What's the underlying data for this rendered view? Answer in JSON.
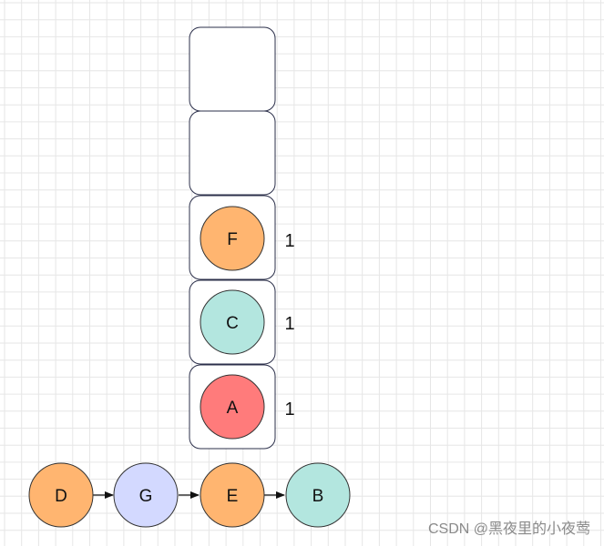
{
  "colors": {
    "background": "#ffffff",
    "grid": "#e6e6e6",
    "box_stroke": "#2b2f4a",
    "node_stroke": "#333333",
    "text": "#111111",
    "watermark": "#8a8a8a"
  },
  "stack": {
    "slots": [
      {
        "node": {
          "label": "",
          "color": ""
        },
        "count": ""
      },
      {
        "node": {
          "label": "",
          "color": ""
        },
        "count": ""
      },
      {
        "node": {
          "label": "F",
          "color": "#ffb570"
        },
        "count": "1"
      },
      {
        "node": {
          "label": "C",
          "color": "#b3e6df"
        },
        "count": "1"
      },
      {
        "node": {
          "label": "A",
          "color": "#ff7b7b"
        },
        "count": "1"
      }
    ]
  },
  "sequence": {
    "nodes": [
      {
        "label": "D",
        "color": "#ffb570"
      },
      {
        "label": "G",
        "color": "#d3d9ff"
      },
      {
        "label": "E",
        "color": "#ffb570"
      },
      {
        "label": "B",
        "color": "#b3e6df"
      }
    ]
  },
  "watermark": "CSDN @黑夜里的小夜莺"
}
